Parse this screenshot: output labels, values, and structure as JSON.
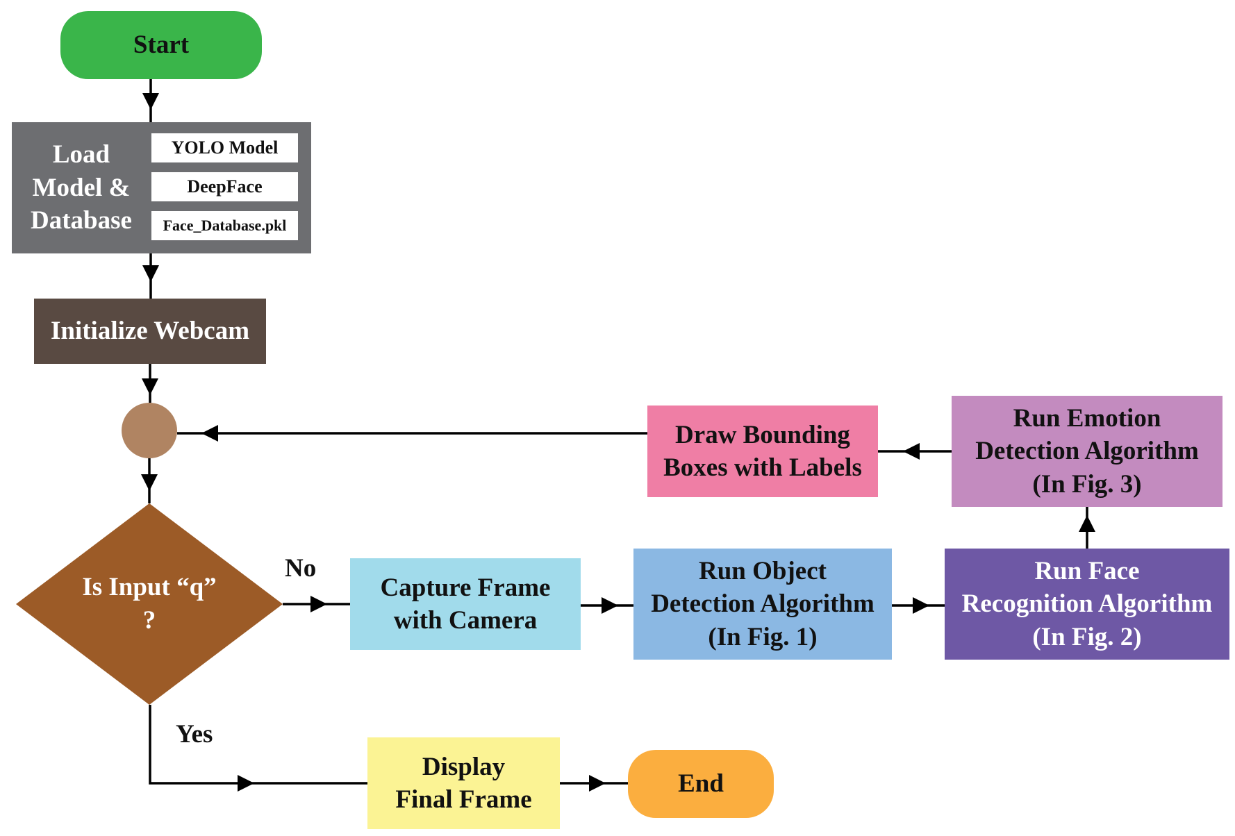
{
  "flowchart": {
    "colors": {
      "start": "#3ab54a",
      "load": "#6d6e71",
      "webcam": "#594a42",
      "junction": "#b08462",
      "decision": "#9c5b27",
      "capture": "#a1dbeb",
      "object": "#8bb8e3",
      "face": "#6e58a5",
      "emotion": "#c38bbf",
      "draw": "#ef7ea5",
      "display": "#fbf394",
      "end": "#fbae3f",
      "line": "#000000"
    },
    "nodes": {
      "start": {
        "label": "Start"
      },
      "load": {
        "label": "Load\nModel &\nDatabase",
        "items": [
          "YOLO Model",
          "DeepFace",
          "Face_Database.pkl"
        ]
      },
      "webcam": {
        "label": "Initialize Webcam"
      },
      "decision": {
        "label": "Is Input “q”\n?"
      },
      "capture": {
        "label": "Capture Frame\nwith Camera"
      },
      "object": {
        "label": "Run Object\nDetection Algorithm\n(In Fig. 1)"
      },
      "face": {
        "label": "Run Face\nRecognition Algorithm\n(In Fig. 2)"
      },
      "emotion": {
        "label": "Run Emotion\nDetection Algorithm\n(In Fig. 3)"
      },
      "draw": {
        "label": "Draw Bounding\nBoxes with Labels"
      },
      "display": {
        "label": "Display\nFinal Frame"
      },
      "end": {
        "label": "End"
      }
    },
    "edge_labels": {
      "no": "No",
      "yes": "Yes"
    }
  }
}
